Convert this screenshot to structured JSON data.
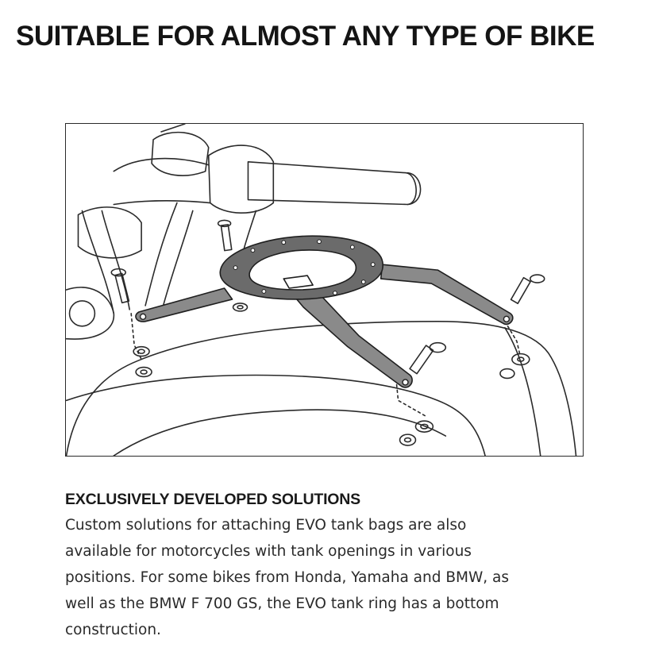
{
  "page": {
    "title": "SUITABLE FOR ALMOST ANY TYPE OF BIKE"
  },
  "illustration": {
    "subject": "motorcycle-tank-ring-mounting"
  },
  "section": {
    "heading": "EXCLUSIVELY DEVELOPED SOLUTIONS",
    "body_lines": [
      "Custom solutions for attaching EVO tank bags are also",
      "available for motorcycles with tank openings in various",
      "positions. For some bikes from Honda, Yamaha and BMW, as",
      "well as the BMW F 700 GS, the EVO tank ring has a bottom",
      "construction."
    ]
  },
  "colors": {
    "text": "#1a1a1a",
    "line_art": "#2a2a2a",
    "ring_fill": "#6b6b6b",
    "bracket_fill": "#8a8a8a"
  }
}
